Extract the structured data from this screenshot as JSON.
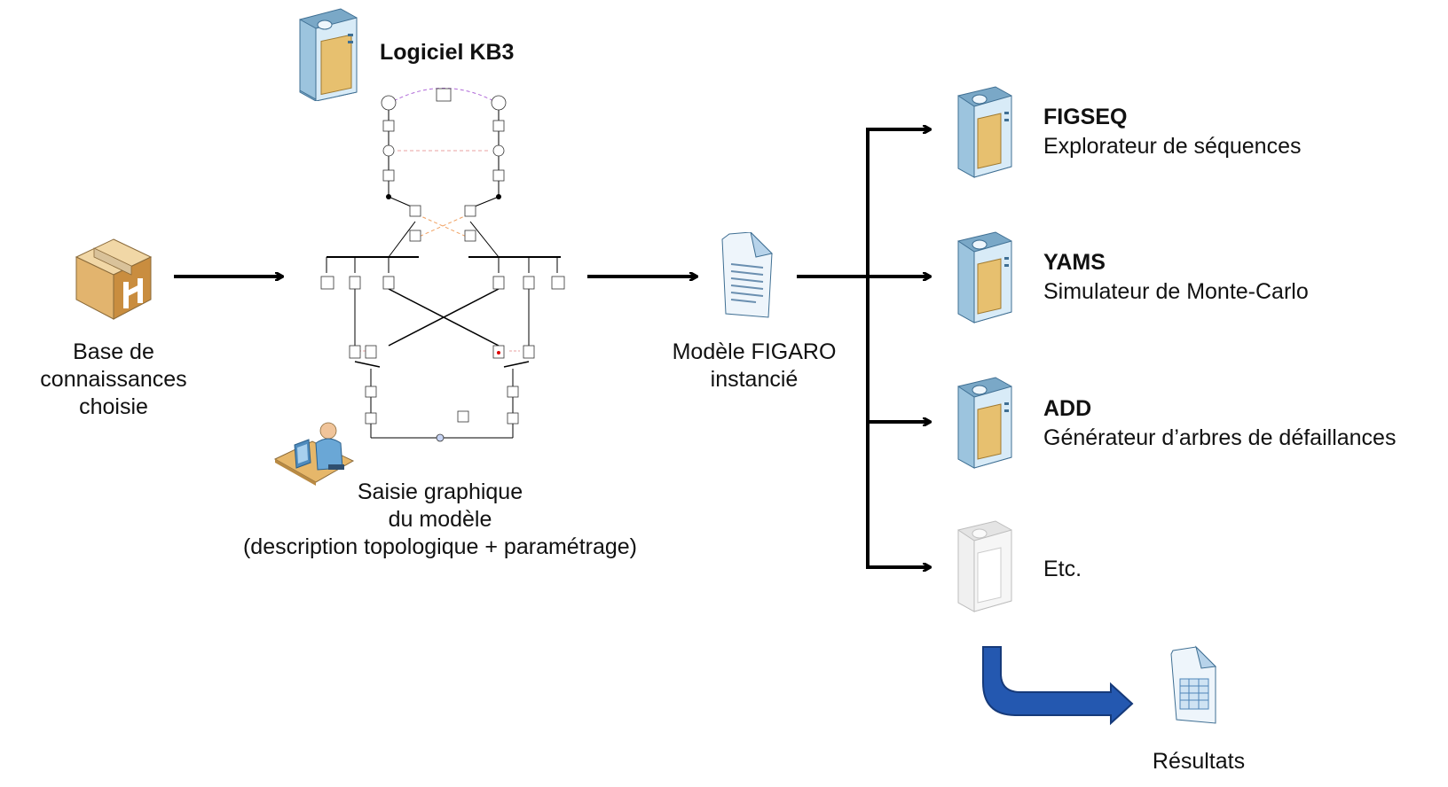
{
  "knowledge_base": {
    "label_lines": [
      "Base de",
      "connaissances",
      "choisie"
    ],
    "icon": "package-box-icon"
  },
  "kb3": {
    "title": "Logiciel KB3",
    "icon": "software-server-icon"
  },
  "graphical_input": {
    "label_lines": [
      "Saisie graphique",
      "du modèle",
      "(description topologique  + paramétrage)"
    ],
    "icon": "user-at-computer-icon"
  },
  "figaro_model": {
    "label_lines": [
      "Modèle FIGARO",
      "instancié"
    ],
    "icon": "document-icon"
  },
  "tools": [
    {
      "name": "FIGSEQ",
      "description": "Explorateur de séquences",
      "icon": "software-box-icon"
    },
    {
      "name": "YAMS",
      "description": "Simulateur de Monte-Carlo",
      "icon": "software-box-icon"
    },
    {
      "name": "ADD",
      "description": "Générateur d’arbres de défaillances",
      "icon": "software-box-icon"
    },
    {
      "name": "",
      "description": "Etc.",
      "icon": "software-box-faded-icon"
    }
  ],
  "results": {
    "label": "Résultats",
    "icon": "spreadsheet-document-icon"
  },
  "colors": {
    "arrow": "#000000",
    "results_arrow": "#1f4e9c",
    "box_front": "#e9c36d",
    "box_side": "#b9d6ea"
  }
}
